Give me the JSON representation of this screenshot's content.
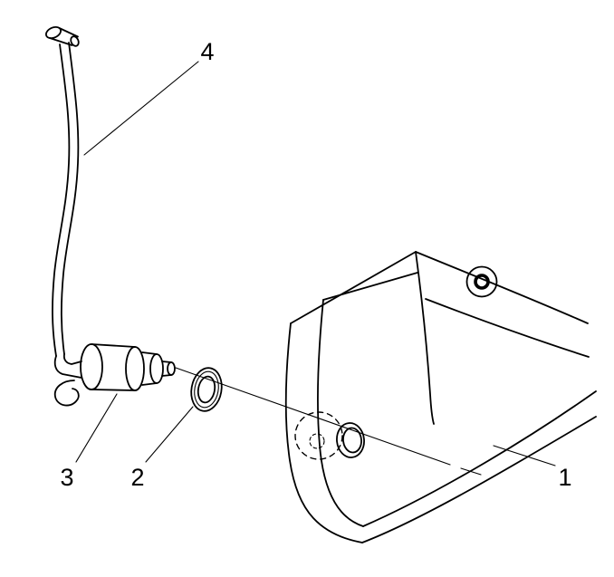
{
  "diagram": {
    "background_color": "#ffffff",
    "line_color": "#000000",
    "callouts": {
      "c1": {
        "label": "1"
      },
      "c2": {
        "label": "2"
      },
      "c3": {
        "label": "3"
      },
      "c4": {
        "label": "4"
      }
    }
  }
}
